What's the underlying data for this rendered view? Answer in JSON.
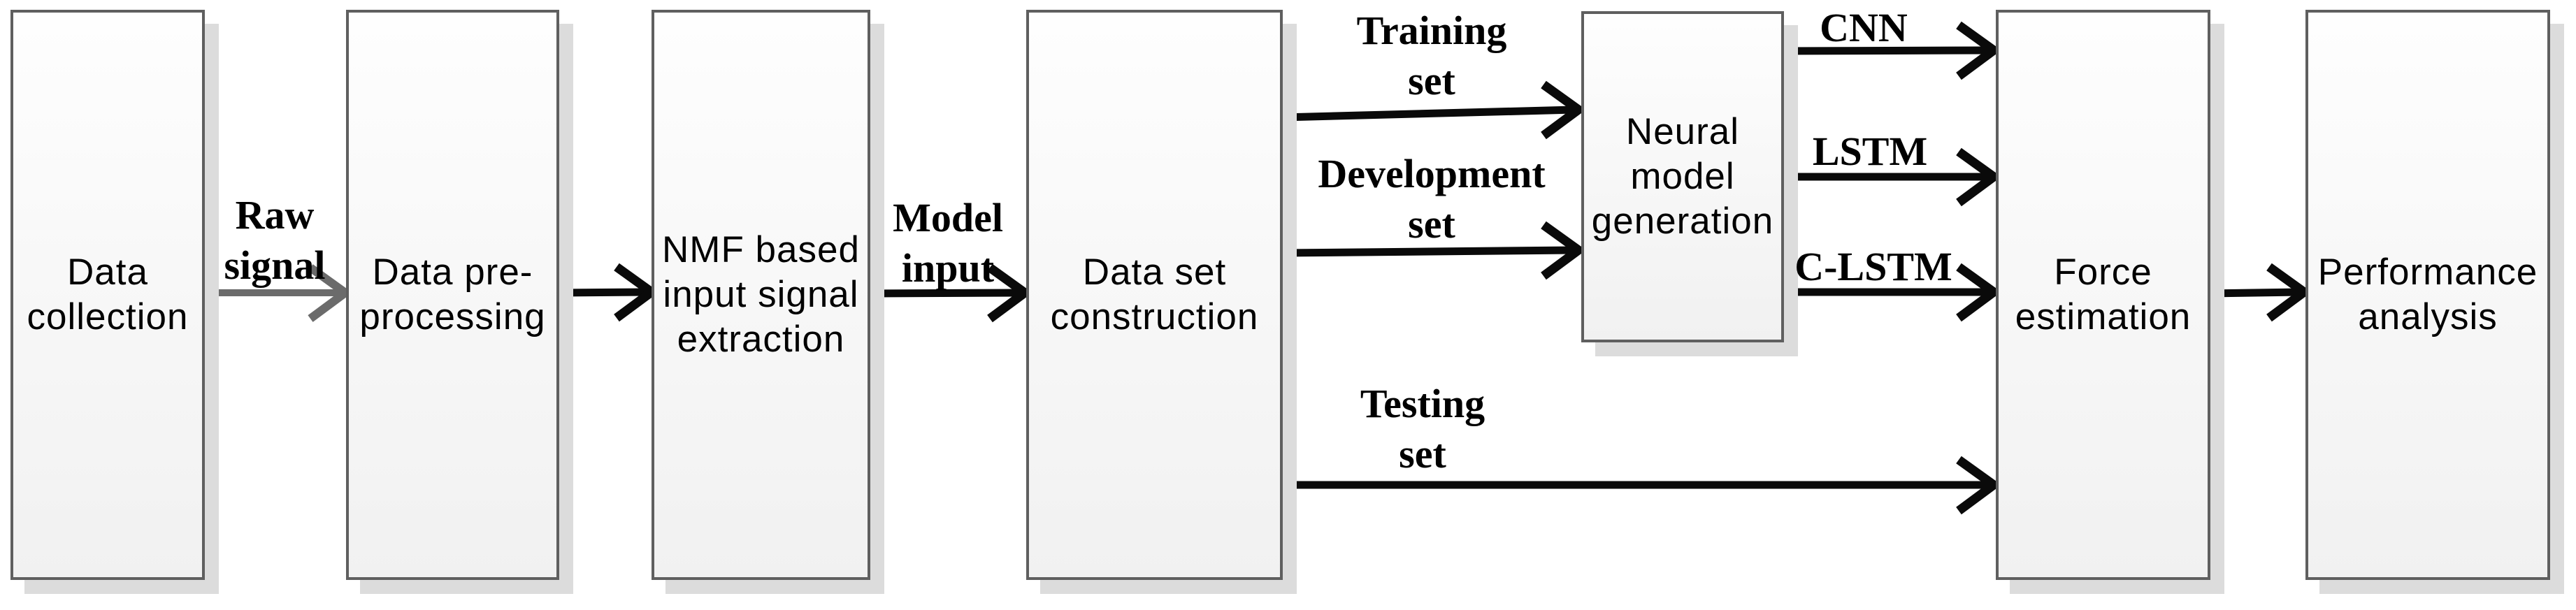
{
  "diagram": {
    "boxes": [
      {
        "name": "data-collection",
        "lines": [
          "Data",
          "collection"
        ]
      },
      {
        "name": "data-pre-processing",
        "lines": [
          "Data pre-",
          "processing"
        ]
      },
      {
        "name": "nmf-extraction",
        "lines": [
          "NMF based",
          "input signal",
          "extraction"
        ]
      },
      {
        "name": "data-set-construction",
        "lines": [
          "Data set",
          "construction"
        ]
      },
      {
        "name": "neural-model-generation",
        "lines": [
          "Neural",
          "model",
          "generation"
        ]
      },
      {
        "name": "force-estimation",
        "lines": [
          "Force",
          "estimation"
        ]
      },
      {
        "name": "performance-analysis",
        "lines": [
          "Performance",
          "analysis"
        ]
      }
    ],
    "arrow_labels": {
      "raw_signal": [
        "Raw",
        "signal"
      ],
      "model_input": [
        "Model",
        "input"
      ],
      "training": [
        "Training",
        "set"
      ],
      "development": [
        "Development",
        "set"
      ],
      "testing": [
        "Testing",
        "set"
      ],
      "cnn": "CNN",
      "lstm": "LSTM",
      "c_lstm": "C-LSTM"
    },
    "colors": {
      "arrow": "#0a0a0a",
      "raw_signal_arrow": "#6b6b6b",
      "box_border": "#5f5f5f",
      "box_shadow": "#dcdcdc",
      "box_fill_top": "#fefefe",
      "box_fill_bottom": "#f1f1f1",
      "text": "#000000"
    }
  }
}
